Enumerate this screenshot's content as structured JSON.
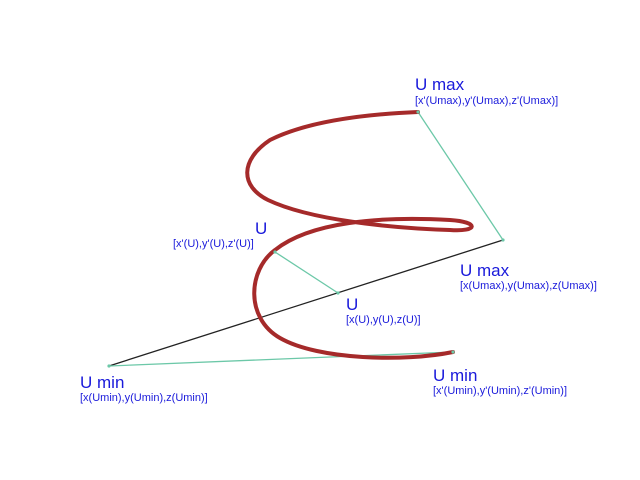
{
  "colors": {
    "curve": "#a52a2a",
    "axis": "#222222",
    "connector": "#6cc8a8",
    "label": "#1a1adb",
    "background": "#ffffff"
  },
  "labels": {
    "helix_umax": {
      "name": "U max",
      "coords": "[x'(Umax),y'(Umax),z'(Umax)]"
    },
    "helix_u": {
      "name": "U",
      "coords": "[x'(U),y'(U),z'(U)]"
    },
    "axis_umax": {
      "name": "U max",
      "coords": "[x(Umax),y(Umax),z(Umax)]"
    },
    "axis_u": {
      "name": "U",
      "coords": "[x(U),y(U),z(U)]"
    },
    "axis_umin": {
      "name": "U min",
      "coords": "[x(Umin),y(Umin),z(Umin)]"
    },
    "helix_umin": {
      "name": "U min",
      "coords": "[x'(Umin),y'(Umin),z'(Umin)]"
    }
  }
}
